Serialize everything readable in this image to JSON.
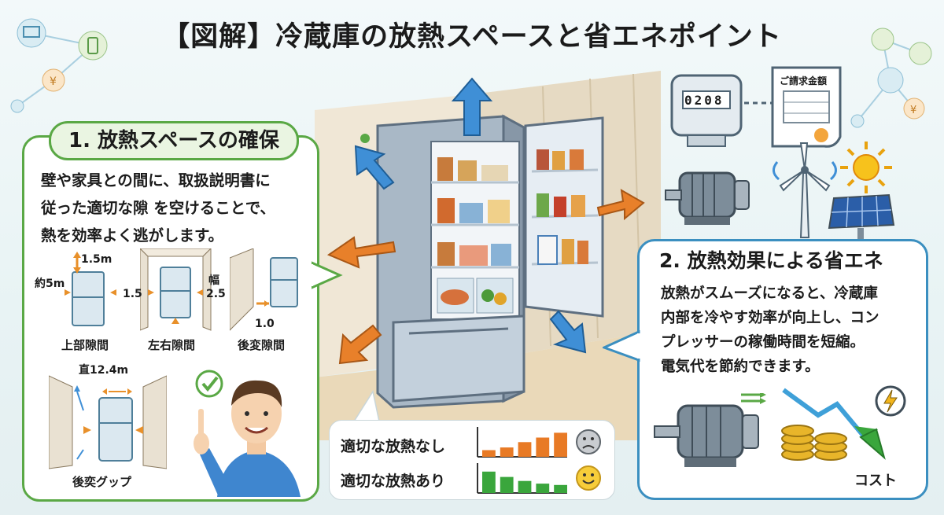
{
  "title": "【図解】冷蔵庫の放熱スペースと省エネポイント",
  "section1": {
    "heading": "1. 放熱スペースの確保",
    "line1": "壁や家具との間に、取扱説明書に",
    "line2": "従った適切な隙 を空けることで、",
    "line3": "熱を効率よく逃がします。",
    "diagrams": {
      "top": {
        "value": "1.5m",
        "side": "約5m",
        "caption": "上部隙間"
      },
      "sides": {
        "left": "1.5",
        "right_line1": "幅",
        "right_line2": "2.5",
        "caption": "左右隙間"
      },
      "back": {
        "value": "1.0",
        "caption": "後変隙間"
      },
      "bottom": {
        "value": "直12.4m",
        "caption": "後奕グップ"
      }
    }
  },
  "section2": {
    "heading": "2. 放熱効果による省エネ",
    "line1": "放熱がスムーズになると、冷蔵庫",
    "line2": "内部を冷やす効率が向上し、コン",
    "line3": "プレッサーの稼働時間を短縮。",
    "line4": "電気代を節約できます。",
    "cost_label": "コスト"
  },
  "bill_label": "ご請求金額",
  "meter_reading": "0208",
  "comparison": {
    "no_heat": {
      "label": "適切な放熱なし",
      "bars": [
        0.25,
        0.35,
        0.55,
        0.72,
        0.9
      ],
      "color": "#e87a25"
    },
    "with_heat": {
      "label": "適切な放熱あり",
      "bars": [
        0.8,
        0.6,
        0.45,
        0.35,
        0.3
      ],
      "color": "#3aa63c"
    }
  },
  "colors": {
    "green": "#5aa845",
    "blue": "#3b8fc0",
    "orange": "#e87a25",
    "arrow_blue": "#3f8fd6"
  }
}
